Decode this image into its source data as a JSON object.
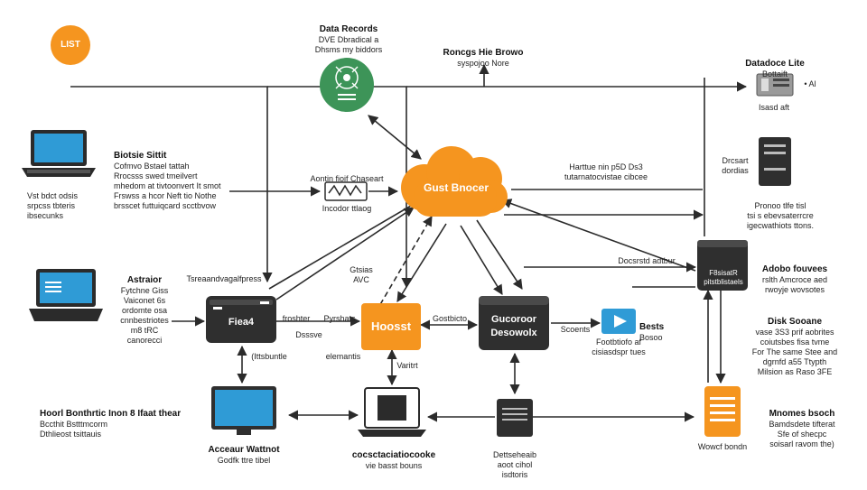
{
  "colors": {
    "orange": "#f5951f",
    "green": "#3d9458",
    "dark": "#333333",
    "screen": "#2f9bd6",
    "line": "#2b2b2b"
  },
  "start": {
    "label": "LIST"
  },
  "data": {
    "title": "Data Records",
    "sub": "DVE Dbradical a\nDhsms my biddors"
  },
  "browse": {
    "title": "Roncgs Hie Browo",
    "sub": "syspojoo Nore"
  },
  "database_lite": {
    "title": "Datadoce Lite",
    "sub": "Bottaift",
    "tag": "• Al",
    "caption": "Isasd aft"
  },
  "left_laptop_caption": "Vst bdct odsis\nsrpcss tbteris\nibsecunks",
  "desc1": {
    "title": "Biotsie Sittit",
    "sub": "Cofmvo Bstael tattah\nRrocsss swed tmeilvert\nmhedom at tivtoonvert It smot\nFrswss a hcor Neft tio Nothe\nbrsscet futtuiqcard scctbvow"
  },
  "signal": {
    "title": "Aontin fioif Chaseart",
    "sub": "Incodor ttlaog"
  },
  "cloud": {
    "label": "Gust Bnocer"
  },
  "cloud_note": "Harttue nin p5D Ds3\ntutarnatocvistae cibcee",
  "device_top": {
    "title": "Drcsart",
    "sub": "dordias"
  },
  "rack_desc": {
    "title": "Pronoo tlfe tisl",
    "sub": "tsi s ebevsaterrcre\nigecwathiots ttons."
  },
  "astator": {
    "title": "Astraior",
    "sub": "Fytchne Giss\nVaiconet 6s\nordomte osa\ncnnbestriotes\nm8 tRC\ncanorecci"
  },
  "router_left": {
    "label": "Fiea4",
    "top": "Tsreaandvagalfpress",
    "bottom": "(Ittsbuntle"
  },
  "mid_labels": {
    "storage": "Gtsias\nAVC",
    "rowller": "froshter",
    "dhsen": "Dsssve",
    "hyshats": "Pyrshats",
    "elaments": "elemantis",
    "goscbb": "Gostbicto",
    "varnt": "Varitrt",
    "scsaats": "Scoents"
  },
  "host": {
    "label": "Hoosst"
  },
  "gateway": {
    "label": "Gucoroor\nDesowolx"
  },
  "media": {
    "title": "Bests",
    "sub": "Bosoo",
    "caption": "Footbtiofo af\ncisiasdspr tues"
  },
  "decoded": "Docsrstd adtbur",
  "rack_right": {
    "line1": "F8sisatR",
    "line2": "pitstblistaels"
  },
  "audio": {
    "title": "Adobo fouvees",
    "sub": "rslth Amcroce aed\nrwoyje wovsotes"
  },
  "disk": {
    "title": "Disk Sooane",
    "sub": "vase 3S3 prif aobrites\ncoiutsbes fisa tvme\nFor The same Stee and\ndgrnfd a55 Ttypth\nMilsion as Raso 3FE"
  },
  "mobile": {
    "title": "Mnomes bsoch",
    "sub": "Bamdsdete tifterat\nSfe of shecpc\nsoisarl ravom the)",
    "caption": "Wowcf bondn"
  },
  "bottom_left": {
    "title": "Hoorl Bonthrtic Inon 8 Ifaat thear",
    "sub": "Bccthit Bstttmcorm\nDthlieost tsittauis"
  },
  "monitor": {
    "title": "Acceaur Wattnot",
    "sub": "Godfk ttre tibel"
  },
  "laptop_bottom": {
    "title": "cocsctaciatiocooke",
    "sub": "vie basst bouns"
  },
  "rack_bottom": {
    "title": "Dettseheaib",
    "sub": "aoot cihol\nisdtoris"
  }
}
